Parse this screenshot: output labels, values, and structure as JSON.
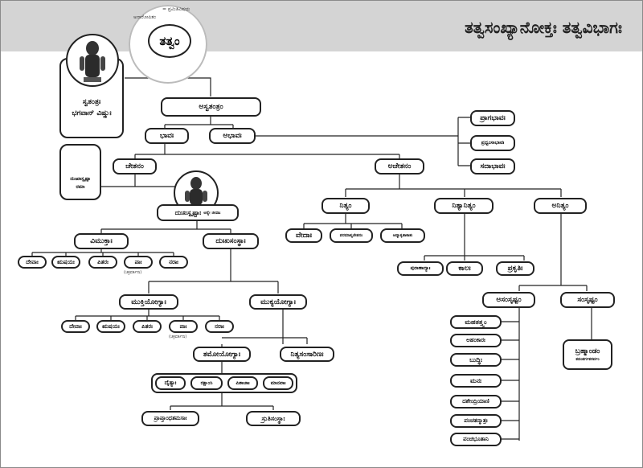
{
  "header": {
    "title": "ತತ್ವಸಂಖ್ಯಾನೋಕ್ತಃ ತತ್ವವಿಭಾಗಃ"
  },
  "badge": {
    "label": "ತತ್ವಂ",
    "arc_left": "ಅನಾರೋಪಿತಂ",
    "arc_right": "= ಪ್ರಮಿತಿವಿಷಯ"
  },
  "deities": {
    "vishnu": "ಸ್ವತಂತ್ರಃ\nಭಗವಾನ್ ವಿಷ್ಣುಃ",
    "rama": "ದುಃಖಾಸ್ಪೃಷ್ಟಾ\nರಮಾ"
  },
  "nodes": {
    "asvatantram": "ಅಸ್ವತಂತ್ರಂ",
    "bhavah": "ಭಾವಃ",
    "abhavah": "ಅಭಾವಃ",
    "pragabhavah": "ಪ್ರಾಗಭಾವಃ",
    "pradhvamsabhavah": "ಪ್ರಧ್ವಂಸಾಭಾವಃ",
    "sadabhavah": "ಸದಾಭಾವಃ",
    "chetanam": "ಚೇತನಂ",
    "achetanam": "ಅಚೇತನಂ",
    "duhkhasprishta": "ದುಃಖಸ್ಪೃಷ್ಟಾಃ",
    "duhkhasprishta_note": "ಅನ್ಯೇ ಜೀವಾಃ",
    "vimuktah": "ವಿಮುಕ್ತಾಃ",
    "duhkhasamsthah": "ದುಃಖಸಂಸ್ಥಾಃ",
    "nityam": "ನಿತ್ಯಂ",
    "nityanityam": "ನಿತ್ಯಾನಿತ್ಯಂ",
    "anityam": "ಅನಿತ್ಯಂ",
    "vedah": "ವೇದಾಃ",
    "paramatmachetanam": "ಪರಮಾತ್ಮಚೇತನಂ",
    "avyakritakasha": "ಅವ್ಯಾಕೃತಾಕಾಶಃ",
    "puranadyah": "ಪುರಾಣಾದ್ಯಾಃ",
    "kalah": "ಕಾಲಃ",
    "prakritih": "ಪ್ರಕೃತಿಃ",
    "muktiyogyah": "ಮುಕ್ತಿಯೋಗ್ಯಾಃ",
    "mukyogyah": "ಮುಕ್ಯಯೋಗ್ಯಾಃ",
    "tamoyogyah": "ತಮೋಯೋಗ್ಯಾಃ",
    "nityasamsarinah": "ನಿತ್ಯಸಂಸಾರಿಣಃ",
    "daityah": "ದೈತ್ಯಾಃ",
    "rakshamsi": "ರಕ್ಷಾಂಸಿ",
    "pishachah": "ಪಿಶಾಚಾಃ",
    "manavah": "ಮಾನವಾಃ",
    "praptandhatamasah": "ಪ್ರಾಪ್ತಾಂಧತಮಸಾಃ",
    "sritisamsthah": "ಸ್ರುತಿಸಂಸ್ಥಾಃ",
    "asamsrishtam": "ಅಸಂಸೃಷ್ಟಂ",
    "samsrishtam": "ಸಂಸೃಷ್ಟಂ",
    "mahattattvam": "ಮಹತತ್ತ್ವಂ",
    "ahankarah": "ಅಹಂಕಾರಃ",
    "buddhih": "ಬುದ್ಧಿಃ",
    "manah": "ಮನಃ",
    "dashendriyani": "ದಶೇಂದ್ರಿಯಾಣಿ",
    "panchatanmatrah": "ಪಂಚತನ್ಮಾತ್ರಃ",
    "panchabhutani": "ಪಂಚಭೂತಾನಿ",
    "brahmandam": "ಬ್ರಹ್ಮಾಂಡಂ",
    "brahmandam_note": "ತದಂತರ್ಗತಸರ್ವಂ"
  },
  "row1": [
    "ದೇವಾಃ",
    "ಋಷಯಃ",
    "ಪಿತರಃ",
    "ಪಾಃ",
    "ನರಾಃ"
  ],
  "row1_note": "(ಚಕ್ರವರ್ತಿನಃ)",
  "row2": [
    "ದೇವಾಃ",
    "ಋಷಯಃ",
    "ಪಿತರಃ",
    "ಪಾಃ",
    "ನರಾಃ"
  ],
  "row2_note": "(ಚಕ್ರವರ್ತಿನಃ)"
}
